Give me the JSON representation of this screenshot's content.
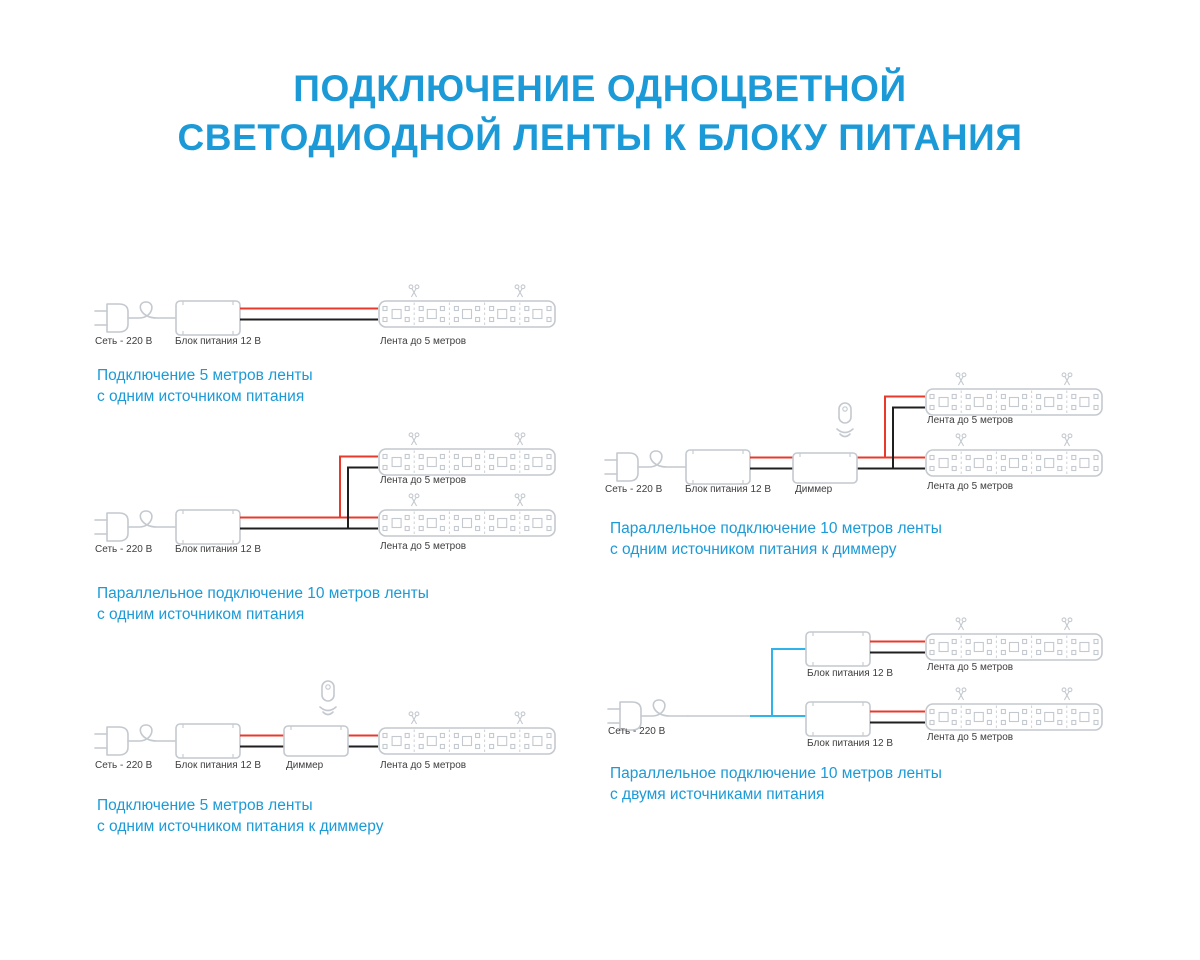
{
  "title": {
    "line1": "ПОДКЛЮЧЕНИЕ ОДНОЦВЕТНОЙ",
    "line2": "СВЕТОДИОДНОЙ ЛЕНТЫ К БЛОКУ ПИТАНИЯ"
  },
  "labels": {
    "mains": "Сеть - 220 В",
    "psu": "Блок питания 12 В",
    "dimmer": "Диммер",
    "strip": "Лента до 5 метров"
  },
  "colors": {
    "accent_blue": "#1b9ad7",
    "wire_red": "#e8392c",
    "wire_black": "#1f1f1f",
    "wire_blue": "#2fb3e8",
    "outline_gray": "#c4c9cf",
    "label_text": "#3d3d3d"
  },
  "diagrams": [
    {
      "caption_line1": "Подключение 5 метров ленты",
      "caption_line2": "с одним источником питания"
    },
    {
      "caption_line1": "Параллельное подключение 10 метров ленты",
      "caption_line2": "с одним источником питания"
    },
    {
      "caption_line1": "Подключение 5 метров ленты",
      "caption_line2": "с одним источником питания к диммеру"
    },
    {
      "caption_line1": "Параллельное подключение 10 метров ленты",
      "caption_line2": "с одним источником питания к диммеру"
    },
    {
      "caption_line1": "Параллельное подключение 10 метров ленты",
      "caption_line2": "с двумя источниками питания"
    }
  ]
}
